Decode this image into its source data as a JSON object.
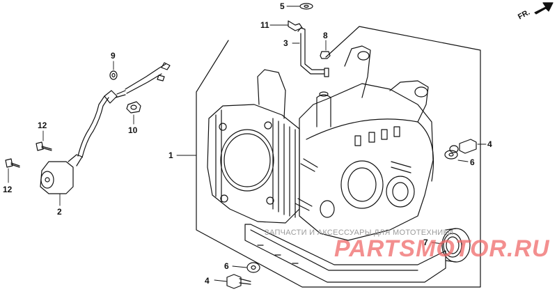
{
  "direction_label": "FR.",
  "callouts": {
    "c1": "1",
    "c2": "2",
    "c3": "3",
    "c4a": "4",
    "c4b": "4",
    "c5": "5",
    "c6a": "6",
    "c6b": "6",
    "c7": "7",
    "c8": "8",
    "c9": "9",
    "c10": "10",
    "c11": "11",
    "c12a": "12",
    "c12b": "12"
  },
  "watermark": {
    "tagline": "ЗАПЧАСТИ И АКСЕССУАРЫ ДЛЯ МОТОТЕХНИКИ",
    "brand": "PARTSMOTOR.RU"
  },
  "colors": {
    "line": "#111111",
    "watermark": "#f06a6a"
  }
}
